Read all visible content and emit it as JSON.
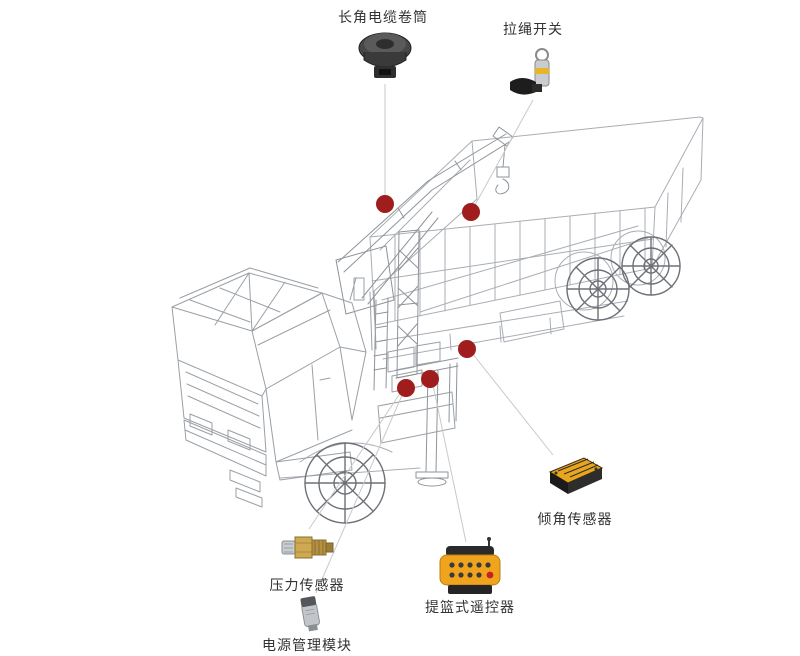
{
  "page": {
    "background": "#ffffff",
    "description": "Truck-mounted crane wireframe diagram with sensor component callouts"
  },
  "diagram": {
    "labels": {
      "cable_reel": "长角电缆卷筒",
      "pull_rope_switch": "拉绳开关",
      "tilt_sensor": "倾角传感器",
      "pressure_sensor": "压力传感器",
      "power_module": "电源管理模块",
      "basket_remote": "提篮式遥控器"
    },
    "colors": {
      "callout_dot": "#a01d1d",
      "callout_line": "#c9c9c9",
      "label_text": "#333333",
      "wireframe": "#a9aeb4",
      "wireframe_dark": "#6d7177",
      "accent_yellow": "#f0a41e"
    }
  }
}
